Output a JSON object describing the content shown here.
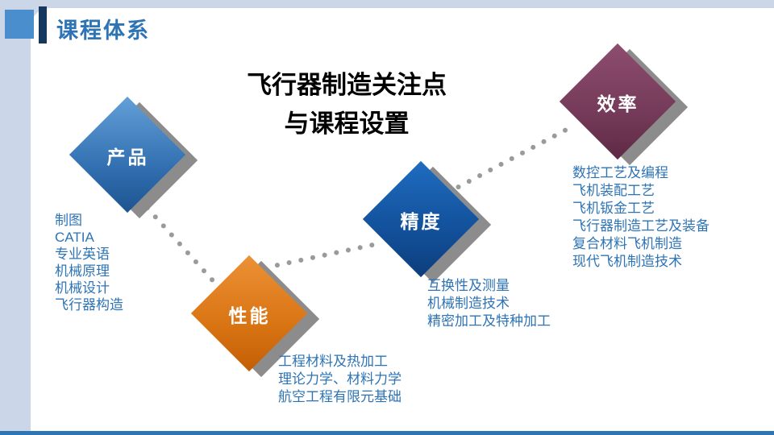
{
  "header": {
    "title": "课程体系"
  },
  "title": {
    "line1": "飞行器制造关注点",
    "line2": "与课程设置"
  },
  "colors": {
    "background": "#cbd7e8",
    "panel": "#ffffff",
    "accent_square": "#4a8ecd",
    "accent_bar": "#16375e",
    "header_text": "#2e74b5",
    "list_text": "#2e74b5",
    "bottom_line": "#2e75b6",
    "connector_dots": "#9a9a9a",
    "shadow": "#8c8c8c"
  },
  "nodes": [
    {
      "label": "产品",
      "color": "#2e6da4",
      "items": [
        "制图",
        "CATIA",
        "专业英语",
        "机械原理",
        "机械设计",
        "飞行器构造"
      ]
    },
    {
      "label": "性能",
      "color": "#d9700f",
      "items": [
        "工程材料及热加工",
        "理论力学、材料力学",
        "航空工程有限元基础"
      ]
    },
    {
      "label": "精度",
      "color": "#11498c",
      "items": [
        "互换性及测量",
        "机械制造技术",
        "精密加工及特种加工"
      ]
    },
    {
      "label": "效率",
      "color": "#72385a",
      "items": [
        "数控工艺及编程",
        "飞机装配工艺",
        "飞机钣金工艺",
        "飞行器制造工艺及装备",
        "复合材料飞机制造",
        "现代飞机制造技术"
      ]
    }
  ]
}
